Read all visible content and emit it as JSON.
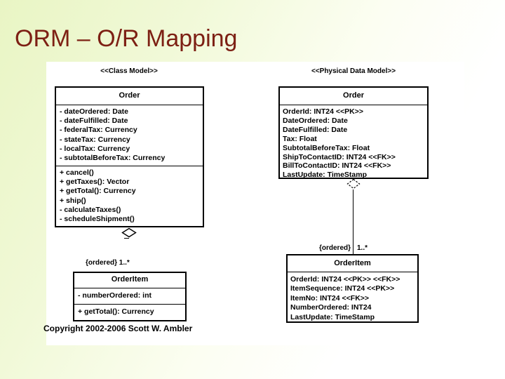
{
  "slide": {
    "title": "ORM – O/R Mapping",
    "copyright": "Copyright 2002-2006 Scott W. Ambler"
  },
  "colors": {
    "title_text": "#7d2014",
    "background_tint": "#e9f5c4",
    "panel": "#ffffff",
    "diagram_ink": "#000000"
  },
  "class_model": {
    "stereotype": "<<Class Model>>",
    "order": {
      "name": "Order",
      "attributes": [
        "- dateOrdered: Date",
        "- dateFulfilled: Date",
        "- federalTax: Currency",
        "- stateTax: Currency",
        "- localTax: Currency",
        "- subtotalBeforeTax: Currency"
      ],
      "operations": [
        "+ cancel()",
        "+ getTaxes(): Vector",
        "+ getTotal(): Currency",
        "+ ship()",
        "- calculateTaxes()",
        "- scheduleShipment()"
      ]
    },
    "association_label": "{ordered} 1..*",
    "order_item": {
      "name": "OrderItem",
      "attributes": [
        "- numberOrdered: int"
      ],
      "operations": [
        "+ getTotal(): Currency"
      ]
    }
  },
  "physical_model": {
    "stereotype": "<<Physical Data Model>>",
    "order": {
      "name": "Order",
      "columns": [
        "OrderId: INT24 <<PK>>",
        "DateOrdered: Date",
        "DateFulfilled: Date",
        "Tax: Float",
        "SubtotalBeforeTax: Float",
        "ShipToContactID: INT24 <<FK>>",
        "BillToContactID: INT24 <<FK>>",
        "LastUpdate: TimeStamp"
      ]
    },
    "association_label_ordered": "{ordered}",
    "association_label_multiplicity": "1..*",
    "order_item": {
      "name": "OrderItem",
      "columns": [
        "OrderId: INT24 <<PK>> <<FK>>",
        "ItemSequence: INT24 <<PK>>",
        "ItemNo: INT24 <<FK>>",
        "NumberOrdered: INT24",
        "LastUpdate: TimeStamp"
      ]
    }
  }
}
